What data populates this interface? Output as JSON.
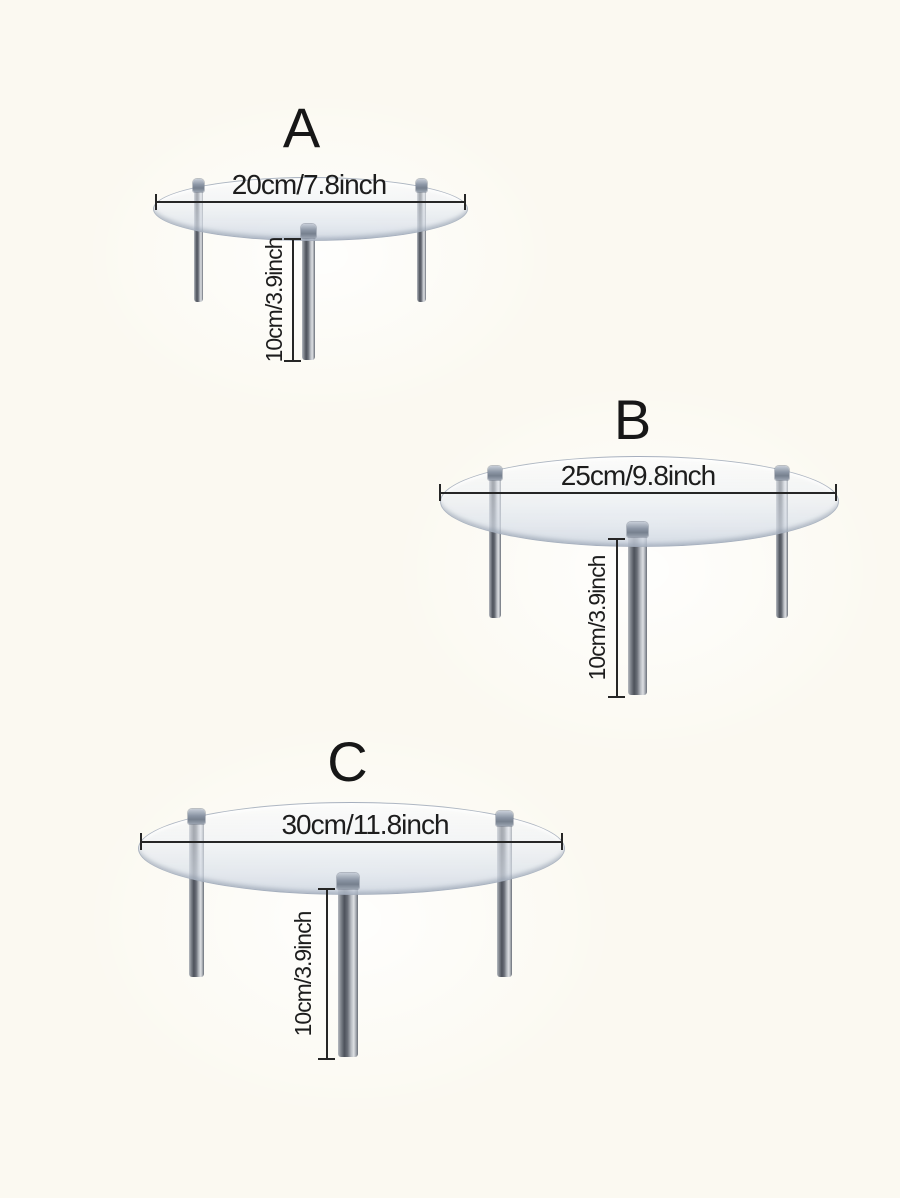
{
  "colors": {
    "background": "#fbf9f1",
    "ink": "#1d1d1d",
    "disc_edge": "#96a0b0",
    "metal_dark": "#4d525b",
    "metal_light": "#dddfe3",
    "cap_gray_blue": "#8b95a4"
  },
  "variants": [
    {
      "letter": "A",
      "diameter_label": "20cm/7.8inch",
      "height_label": "10cm/3.9inch"
    },
    {
      "letter": "B",
      "diameter_label": "25cm/9.8inch",
      "height_label": "10cm/3.9inch"
    },
    {
      "letter": "C",
      "diameter_label": "30cm/11.8inch",
      "height_label": "10cm/3.9inch"
    }
  ]
}
